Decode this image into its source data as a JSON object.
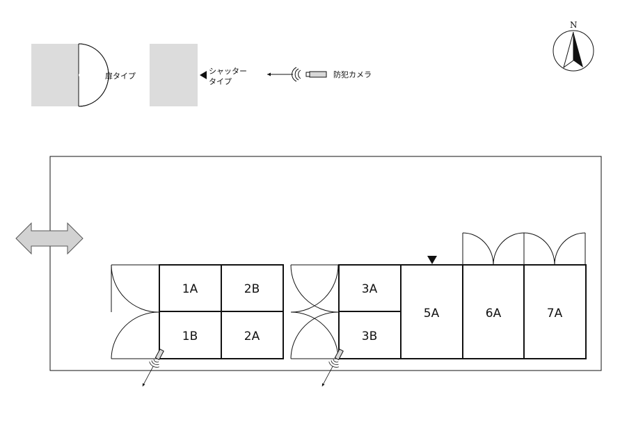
{
  "legend": {
    "door_type": "扉タイプ",
    "shutter_type_line1": "シャッター",
    "shutter_type_line2": "タイプ",
    "camera": "防犯カメラ"
  },
  "compass": {
    "label": "N"
  },
  "units": [
    {
      "id": "1A",
      "label": "1A"
    },
    {
      "id": "2B",
      "label": "2B"
    },
    {
      "id": "1B",
      "label": "1B"
    },
    {
      "id": "2A",
      "label": "2A"
    },
    {
      "id": "3A",
      "label": "3A"
    },
    {
      "id": "3B",
      "label": "3B"
    },
    {
      "id": "5A",
      "label": "5A"
    },
    {
      "id": "6A",
      "label": "6A"
    },
    {
      "id": "7A",
      "label": "7A"
    }
  ],
  "colors": {
    "line": "#111111",
    "legend_fill": "#dcdcdc",
    "arrow_fill": "#d2d2d2",
    "arrow_stroke": "#555555"
  }
}
